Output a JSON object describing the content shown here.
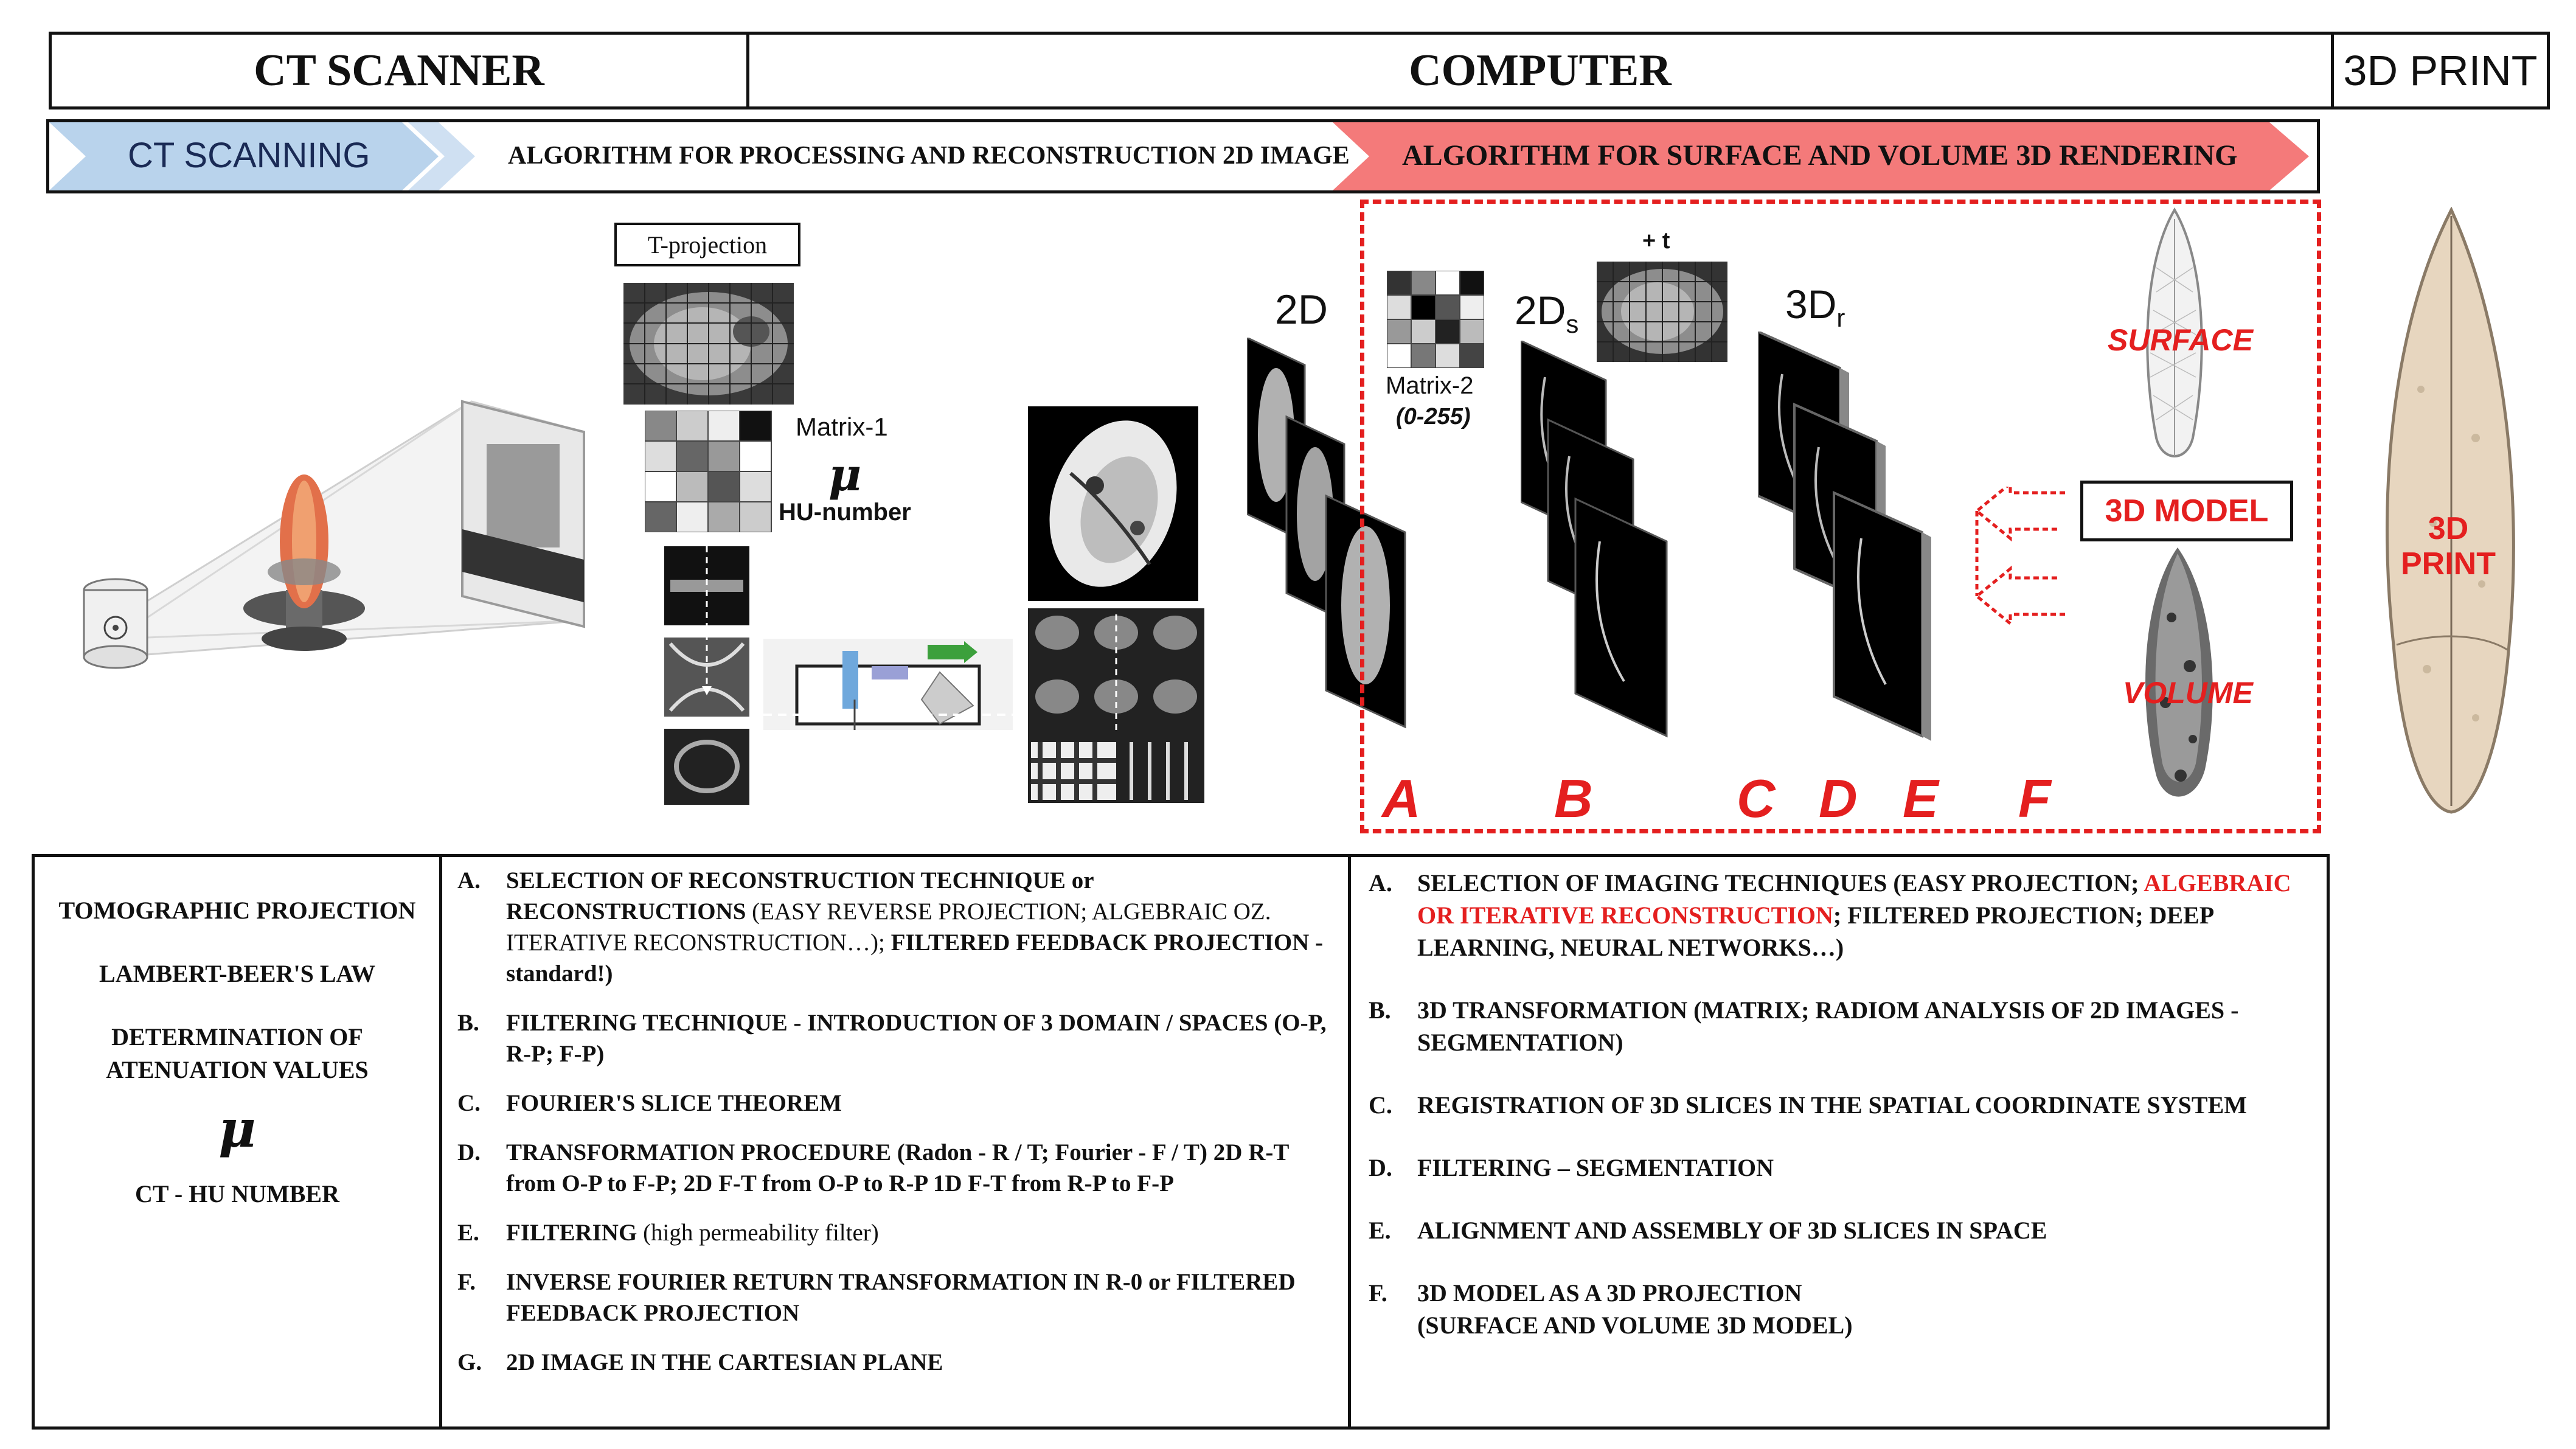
{
  "header": {
    "ct_scanner": "CT SCANNER",
    "computer": "COMPUTER",
    "print3d": "3D PRINT"
  },
  "process": {
    "step1": "CT SCANNING",
    "step2": "ALGORITHM FOR PROCESSING AND RECONSTRUCTION 2D IMAGE",
    "step3": "ALGORITHM FOR SURFACE AND VOLUME 3D RENDERING"
  },
  "labels": {
    "t_projection": "T-projection",
    "matrix1": "Matrix-1",
    "mu": "μ",
    "hu_number": "HU-number",
    "img2d": "2D",
    "matrix2": "Matrix-2",
    "range": "(0-255)",
    "plus_t": "+ t",
    "img2ds_main": "2D",
    "img2ds_sub": "s",
    "img3dr_main": "3D",
    "img3dr_sub": "r",
    "surface": "SURFACE",
    "model3d": "3D MODEL",
    "volume": "VOLUME",
    "print_line1": "3D",
    "print_line2": "PRINT"
  },
  "step_letters": [
    "A",
    "B",
    "C",
    "D",
    "E",
    "F"
  ],
  "colors": {
    "accent_red": "#e41f1f",
    "arrow_blue": "#b9d3ec",
    "arrow_red": "#f47a7a",
    "print_beige": "#e7d6bf"
  },
  "left_column": {
    "line1": "TOMOGRAPHIC PROJECTION",
    "line2": "LAMBERT-BEER'S LAW",
    "line3": "DETERMINATION OF ATENUATION VALUES",
    "mu": "μ",
    "line4": "CT - HU NUMBER"
  },
  "middle_column": [
    {
      "letter": "A.",
      "bold1": "SELECTION OF RECONSTRUCTION TECHNIQUE or RECONSTRUCTIONS",
      "normal": " (EASY REVERSE PROJECTION; ALGEBRAIC OZ. ITERATIVE RECONSTRUCTION…); ",
      "bold2": "FILTERED FEEDBACK PROJECTION - standard!)"
    },
    {
      "letter": "B.",
      "bold1": "FILTERING TECHNIQUE - INTRODUCTION OF 3 DOMAIN / SPACES (O-P, R-P; F-P)",
      "normal": "",
      "bold2": ""
    },
    {
      "letter": "C.",
      "bold1": "FOURIER'S SLICE THEOREM",
      "normal": "",
      "bold2": ""
    },
    {
      "letter": "D.",
      "bold1": "TRANSFORMATION PROCEDURE (Radon - R / T; Fourier - F / T) 2D R-T from O-P to F-P; 2D F-T from O-P to R-P 1D F-T from R-P to F-P",
      "normal": "",
      "bold2": ""
    },
    {
      "letter": "E.",
      "bold1": "FILTERING",
      "normal": " (high permeability filter)",
      "bold2": ""
    },
    {
      "letter": "F.",
      "bold1": "INVERSE FOURIER RETURN TRANSFORMATION IN R-0 or FILTERED FEEDBACK PROJECTION",
      "normal": "",
      "bold2": ""
    },
    {
      "letter": "G.",
      "bold1": "2D IMAGE IN THE CARTESIAN PLANE",
      "normal": "",
      "bold2": ""
    }
  ],
  "right_column": [
    {
      "letter": "A.",
      "pre": "SELECTION OF IMAGING TECHNIQUES (EASY PROJECTION; ",
      "red": "ALGEBRAIC OR ITERATIVE RECONSTRUCTION",
      "post": "; FILTERED PROJECTION; DEEP LEARNING, NEURAL NETWORKS…)"
    },
    {
      "letter": "B.",
      "pre": "3D TRANSFORMATION (MATRIX; RADIOM ANALYSIS OF 2D IMAGES - SEGMENTATION)",
      "red": "",
      "post": ""
    },
    {
      "letter": "C.",
      "pre": "REGISTRATION OF 3D SLICES IN THE SPATIAL COORDINATE SYSTEM",
      "red": "",
      "post": ""
    },
    {
      "letter": "D.",
      "pre": "FILTERING – SEGMENTATION",
      "red": "",
      "post": ""
    },
    {
      "letter": "E.",
      "pre": "ALIGNMENT AND ASSEMBLY OF 3D SLICES IN SPACE",
      "red": "",
      "post": ""
    },
    {
      "letter": "F.",
      "pre": "3D MODEL AS A 3D PROJECTION",
      "red": "",
      "post": "(SURFACE AND VOLUME 3D MODEL)"
    }
  ]
}
